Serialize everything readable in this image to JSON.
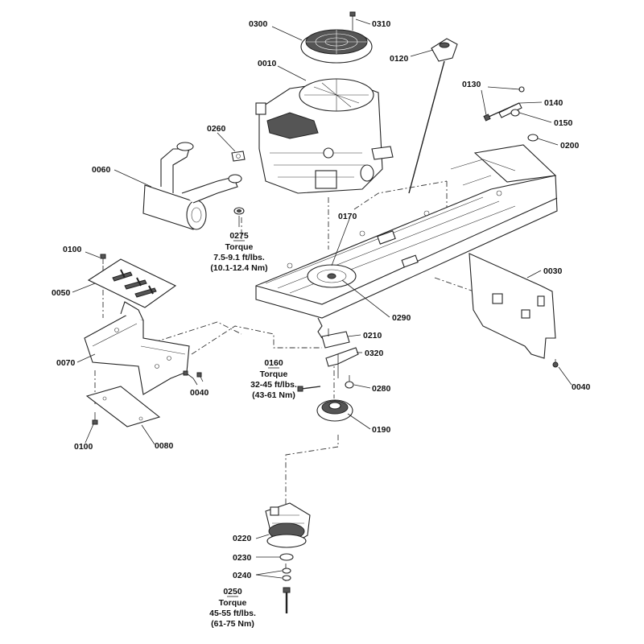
{
  "labels": {
    "p0010": "0010",
    "p0030": "0030",
    "p0040a": "0040",
    "p0040b": "0040",
    "p0050": "0050",
    "p0060": "0060",
    "p0070": "0070",
    "p0080": "0080",
    "p0100a": "0100",
    "p0100b": "0100",
    "p0120": "0120",
    "p0130": "0130",
    "p0140": "0140",
    "p0150": "0150",
    "p0170": "0170",
    "p0190": "0190",
    "p0200": "0200",
    "p0210": "0210",
    "p0220": "0220",
    "p0230": "0230",
    "p0240": "0240",
    "p0260": "0260",
    "p0280": "0280",
    "p0290": "0290",
    "p0300": "0300",
    "p0310": "0310",
    "p0320": "0320"
  },
  "torque_notes": {
    "n0275": {
      "part": "0275",
      "title": "Torque",
      "line1": "7.5-9.1 ft/lbs.",
      "line2": "(10.1-12.4 Nm)"
    },
    "n0160": {
      "part": "0160",
      "title": "Torque",
      "line1": "32-45 ft/lbs.",
      "line2": "(43-61 Nm)"
    },
    "n0250": {
      "part": "0250",
      "title": "Torque",
      "line1": "45-55 ft/lbs.",
      "line2": "(61-75 Nm)"
    }
  }
}
